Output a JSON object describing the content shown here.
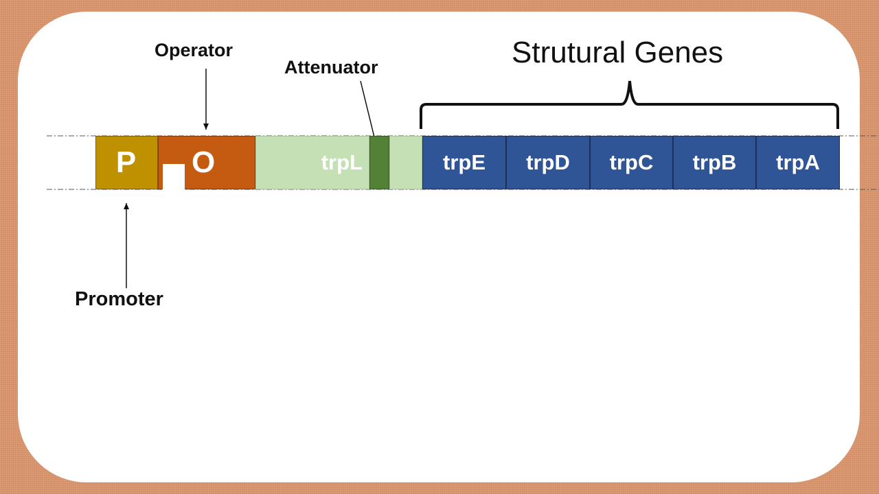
{
  "labels": {
    "operator": "Operator",
    "attenuator": "Attenuator",
    "promoter": "Promoter",
    "structural_genes": "Strutural Genes"
  },
  "segments": {
    "promoter": "P",
    "operator": "O",
    "leader": "trpL",
    "genes": [
      "trpE",
      "trpD",
      "trpC",
      "trpB",
      "trpA"
    ]
  },
  "colors": {
    "background": "#d9956d",
    "promoter": "#bf9000",
    "operator": "#c55a11",
    "leader": "#c5e0b4",
    "attenuator": "#538135",
    "genes": "#2f5597"
  }
}
